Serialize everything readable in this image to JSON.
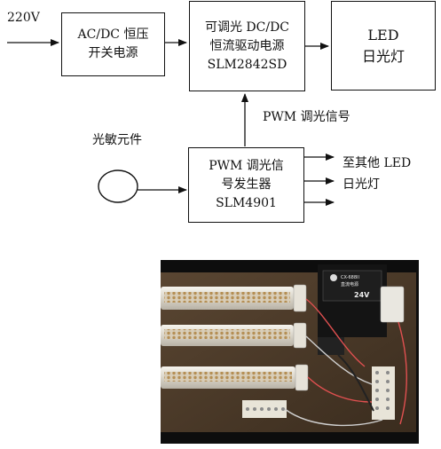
{
  "diagram": {
    "input_voltage": "220V",
    "acdc_box": {
      "line1": "AC/DC 恒压",
      "line2": "开关电源"
    },
    "driver_box": {
      "line1": "可调光 DC/DC",
      "line2": "恒流驱动电源",
      "line3": "SLM2842SD"
    },
    "led_box": {
      "line1": "LED",
      "line2": "日光灯"
    },
    "pwm_signal_label": "PWM 调光信号",
    "sensor_label": "光敏元件",
    "pwm_gen_box": {
      "line1": "PWM 调光信",
      "line2": "号发生器",
      "line3": "SLM4901"
    },
    "other_led_label": {
      "line1": "至其他 LED",
      "line2": "日光灯"
    }
  },
  "photo": {
    "transformer_label": {
      "model": "CX-688II",
      "name": "直流电源",
      "rating": "24V"
    },
    "led_tube_count": 3,
    "colors": {
      "background": "#0d0d0d",
      "board": "#4a3a2a",
      "tube": "#e8e4dc",
      "led": "#c8a46a"
    }
  }
}
